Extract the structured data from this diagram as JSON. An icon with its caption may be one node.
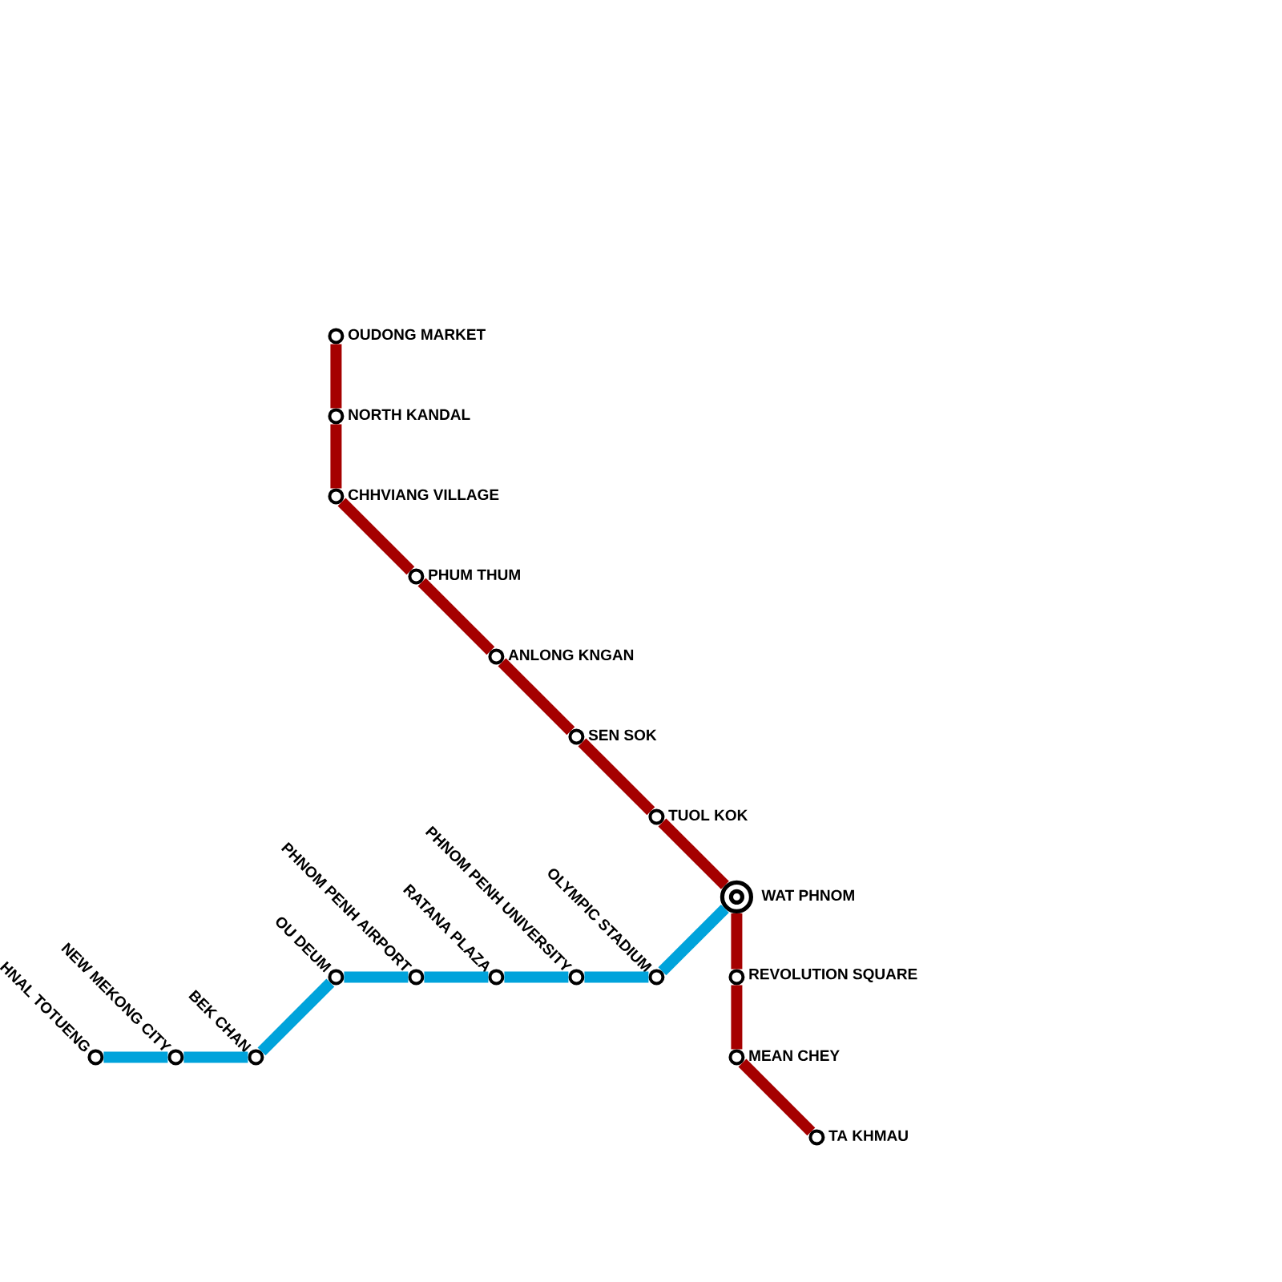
{
  "diagram": {
    "nodes": [
      {
        "text": [
          "OUDONG MARKET"
        ]
      },
      {
        "text": [
          "NORTH KANDAL"
        ]
      },
      {
        "text": [
          "CHHVIANG VILLAGE"
        ]
      },
      {
        "text": [
          "PHUM THUM"
        ]
      },
      {
        "text": [
          "ANLONG KNGAN"
        ]
      },
      {
        "text": [
          "SEN SOK"
        ]
      },
      {
        "text": [
          "TUOL KOK"
        ]
      },
      {
        "text": [
          "WAT PHNOM"
        ]
      },
      {
        "text": [
          "REVOLUTION SQUARE"
        ]
      },
      {
        "text": [
          "MEAN CHEY"
        ]
      },
      {
        "text": [
          "TA KHMAU"
        ]
      },
      {
        "text": [
          "HNAL TOTUENG"
        ]
      },
      {
        "text": [
          "NEW MEKONG CITY"
        ]
      },
      {
        "text": [
          "BEK CHAN"
        ]
      },
      {
        "text": [
          "OU DEUM"
        ]
      },
      {
        "text": [
          "PHNOM PENH AIRPORT"
        ]
      },
      {
        "text": [
          "RATANA PLAZA"
        ]
      },
      {
        "text": [
          "PHNOM PENH UNIVERSITY"
        ]
      },
      {
        "text": [
          "OLYMPIC STADIUM"
        ]
      }
    ],
    "edges": [
      {
        "from": 0,
        "to": 1,
        "arrow": "none"
      },
      {
        "from": 1,
        "to": 2,
        "arrow": "none"
      },
      {
        "from": 2,
        "to": 3,
        "arrow": "none"
      },
      {
        "from": 3,
        "to": 4,
        "arrow": "none"
      },
      {
        "from": 4,
        "to": 5,
        "arrow": "none"
      },
      {
        "from": 5,
        "to": 6,
        "arrow": "none"
      },
      {
        "from": 6,
        "to": 7,
        "arrow": "none"
      },
      {
        "from": 7,
        "to": 8,
        "arrow": "none"
      },
      {
        "from": 8,
        "to": 9,
        "arrow": "none"
      },
      {
        "from": 9,
        "to": 10,
        "arrow": "none"
      },
      {
        "from": 11,
        "to": 12,
        "arrow": "none",
        "color": "#00a3db"
      },
      {
        "from": 12,
        "to": 13,
        "arrow": "none",
        "color": "#00a3db"
      },
      {
        "from": 13,
        "to": 14,
        "arrow": "none",
        "color": "#00a3db"
      },
      {
        "from": 14,
        "to": 15,
        "arrow": "none",
        "color": "#00a3db"
      },
      {
        "from": 15,
        "to": 16,
        "arrow": "none",
        "color": "#00a3db"
      },
      {
        "from": 16,
        "to": 17,
        "arrow": "none",
        "color": "#00a3db"
      },
      {
        "from": 17,
        "to": 18,
        "arrow": "none",
        "color": "#00a3db"
      },
      {
        "from": 18,
        "to": 7,
        "arrow": "none",
        "color": "#00a3db"
      }
    ]
  }
}
